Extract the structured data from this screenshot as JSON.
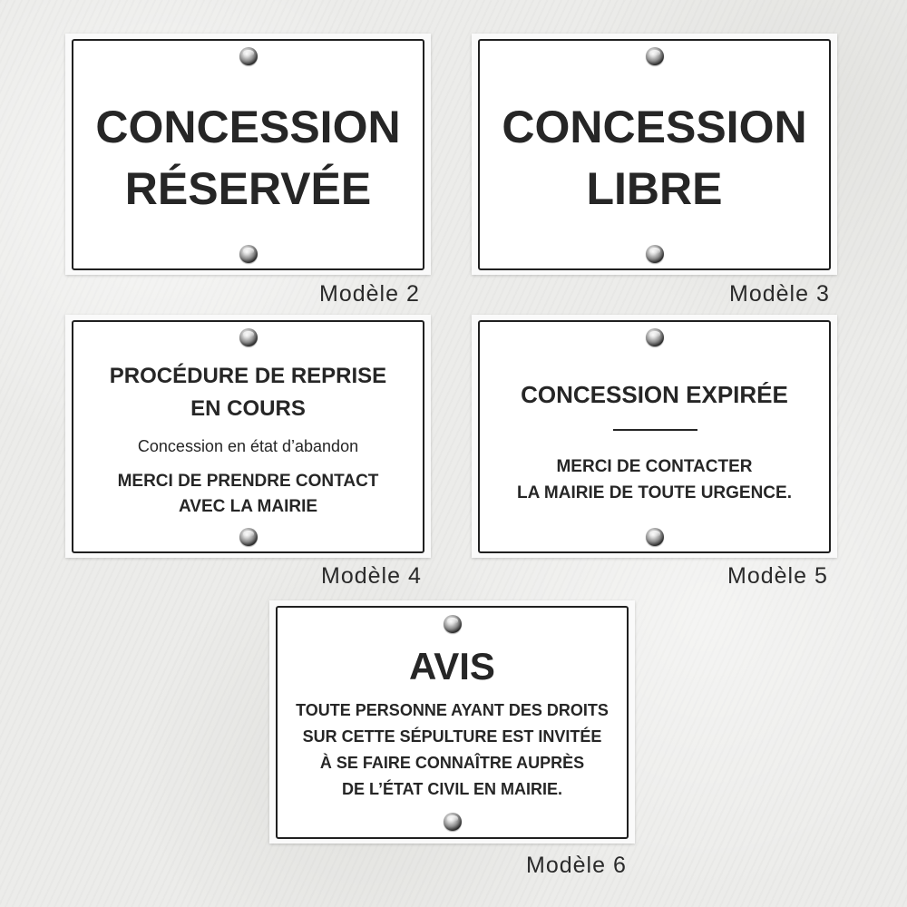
{
  "signs": [
    {
      "model_label": "Modèle 2",
      "lines": [
        "CONCESSION",
        "RÉSERVÉE"
      ]
    },
    {
      "model_label": "Modèle 3",
      "lines": [
        "CONCESSION",
        "LIBRE"
      ]
    },
    {
      "model_label": "Modèle 4",
      "title_lines": [
        "PROCÉDURE DE REPRISE",
        "EN COURS"
      ],
      "subtitle": "Concession en état d’abandon",
      "body_lines": [
        "MERCI DE PRENDRE CONTACT",
        "AVEC LA MAIRIE"
      ]
    },
    {
      "model_label": "Modèle 5",
      "title": "CONCESSION EXPIRÉE",
      "body_lines": [
        "MERCI DE CONTACTER",
        "LA MAIRIE DE TOUTE URGENCE."
      ]
    },
    {
      "model_label": "Modèle 6",
      "title": "AVIS",
      "body_lines": [
        "TOUTE PERSONNE AYANT DES DROITS",
        "SUR CETTE SÉPULTURE EST INVITÉE",
        "À SE FAIRE CONNAÎTRE AUPRÈS",
        "DE L’ÉTAT CIVIL EN MAIRIE."
      ]
    }
  ],
  "colors": {
    "wall": "#ececea",
    "plate": "#ffffff",
    "plate_border": "#202020",
    "text": "#262626"
  },
  "icons": {
    "fastener": "screw-icon"
  }
}
